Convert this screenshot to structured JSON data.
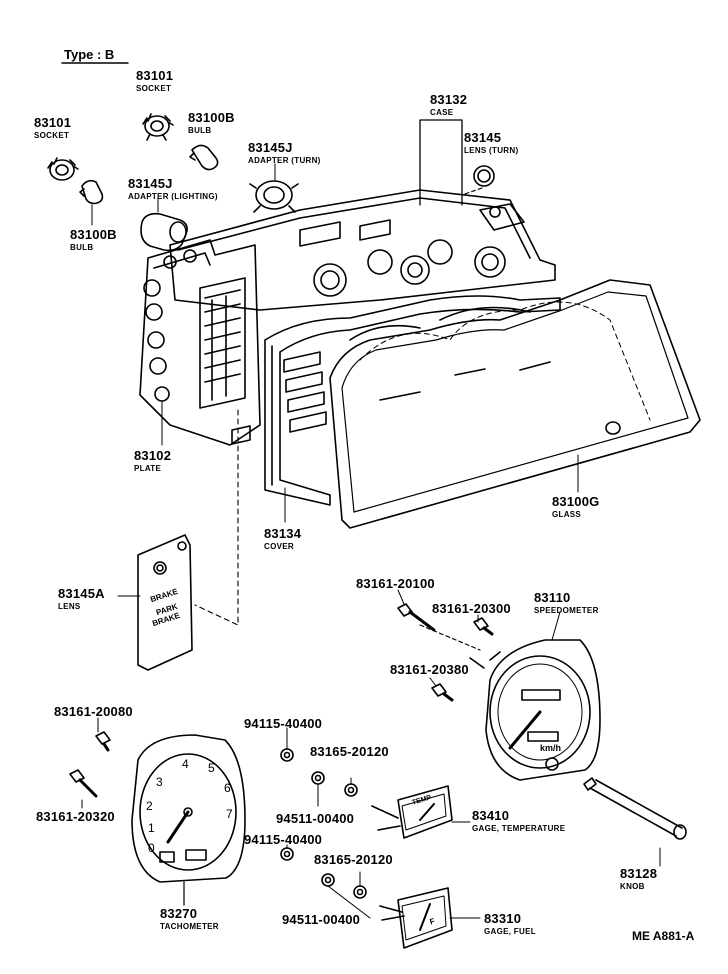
{
  "type_label": "Type : B",
  "diagram_code": "ME A881-A",
  "parts": [
    {
      "id": "p1",
      "number": "83101",
      "name": "SOCKET"
    },
    {
      "id": "p2",
      "number": "83100B",
      "name": "BULB"
    },
    {
      "id": "p3",
      "number": "83101",
      "name": "SOCKET"
    },
    {
      "id": "p4",
      "number": "83100B",
      "name": "BULB"
    },
    {
      "id": "p5",
      "number": "83145J",
      "name": "ADAPTER (TURN)"
    },
    {
      "id": "p6",
      "number": "83145J",
      "name": "ADAPTER (LIGHTING)"
    },
    {
      "id": "p7",
      "number": "83132",
      "name": "CASE"
    },
    {
      "id": "p8",
      "number": "83145",
      "name": "LENS (TURN)"
    },
    {
      "id": "p9",
      "number": "83102",
      "name": "PLATE"
    },
    {
      "id": "p10",
      "number": "83134",
      "name": "COVER"
    },
    {
      "id": "p11",
      "number": "83100G",
      "name": "GLASS"
    },
    {
      "id": "p12",
      "number": "83145A",
      "name": "LENS"
    },
    {
      "id": "p13",
      "number": "83161-20100",
      "name": ""
    },
    {
      "id": "p14",
      "number": "83110",
      "name": "SPEEDOMETER"
    },
    {
      "id": "p15",
      "number": "83161-20300",
      "name": ""
    },
    {
      "id": "p16",
      "number": "83161-20380",
      "name": ""
    },
    {
      "id": "p17",
      "number": "83161-20080",
      "name": ""
    },
    {
      "id": "p18",
      "number": "94115-40400",
      "name": ""
    },
    {
      "id": "p19",
      "number": "83165-20120",
      "name": ""
    },
    {
      "id": "p20",
      "number": "83161-20320",
      "name": ""
    },
    {
      "id": "p21",
      "number": "94511-00400",
      "name": ""
    },
    {
      "id": "p22",
      "number": "83410",
      "name": "GAGE, TEMPERATURE"
    },
    {
      "id": "p23",
      "number": "94115-40400",
      "name": ""
    },
    {
      "id": "p24",
      "number": "83165-20120",
      "name": ""
    },
    {
      "id": "p25",
      "number": "83128",
      "name": "KNOB"
    },
    {
      "id": "p26",
      "number": "83270",
      "name": "TACHOMETER"
    },
    {
      "id": "p27",
      "number": "94511-00400",
      "name": ""
    },
    {
      "id": "p28",
      "number": "83310",
      "name": "GAGE, FUEL"
    }
  ],
  "lens_text": {
    "l1": "BRAKE",
    "l2": "PARK",
    "l3": "BRAKE"
  },
  "speedo_text": {
    "unit": "km/h"
  },
  "tach_text": {
    "n0": "0",
    "n1": "1",
    "n2": "2",
    "n3": "3",
    "n4": "4",
    "n5": "5",
    "n6": "6",
    "n7": "7"
  },
  "gauge_text": {
    "temp": "TEMP",
    "fuel": "F"
  }
}
